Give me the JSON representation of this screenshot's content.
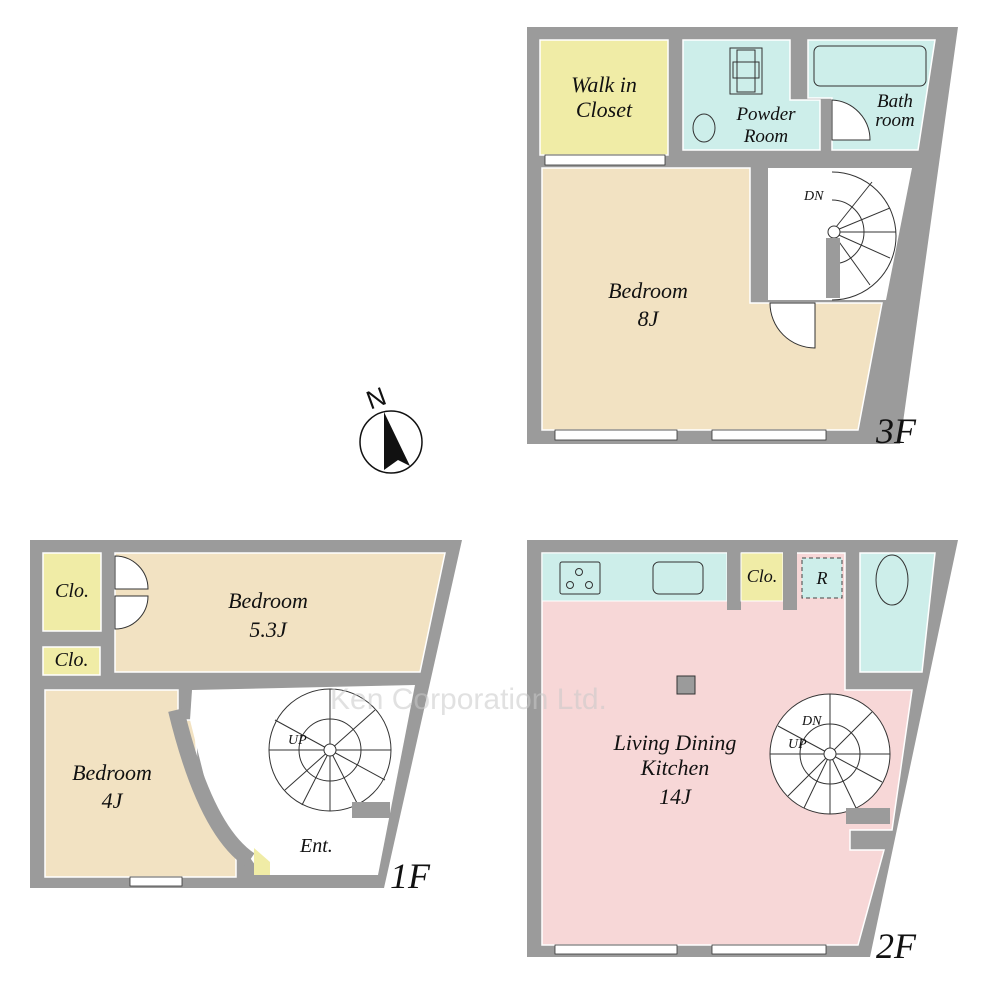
{
  "watermark": "Ken Corporation Ltd.",
  "compass": {
    "label": "N"
  },
  "colors": {
    "wall": "#9b9b9b",
    "bedroom": "#f2e2c2",
    "closet": "#f0eca6",
    "wet": "#cdeeea",
    "ldk": "#f7d7d7",
    "hall": "#ffffff"
  },
  "floors": {
    "f3": {
      "label": "3F",
      "rooms": {
        "walkin": "Walk in\nCloset",
        "powder": "Powder\nRoom",
        "bath": "Bath\nroom",
        "bedroom_name": "Bedroom",
        "bedroom_size": "8J",
        "stair": "DN"
      }
    },
    "f2": {
      "label": "2F",
      "rooms": {
        "ldk_name": "Living Dining\nKitchen",
        "ldk_size": "14J",
        "closet": "Clo.",
        "refrigerator": "R",
        "stair_dn": "DN",
        "stair_up": "UP"
      }
    },
    "f1": {
      "label": "1F",
      "rooms": {
        "closet1": "Clo.",
        "closet2": "Clo.",
        "bedroom1_name": "Bedroom",
        "bedroom1_size": "5.3J",
        "bedroom2_name": "Bedroom",
        "bedroom2_size": "4J",
        "entrance": "Ent.",
        "stair": "UP"
      }
    }
  }
}
